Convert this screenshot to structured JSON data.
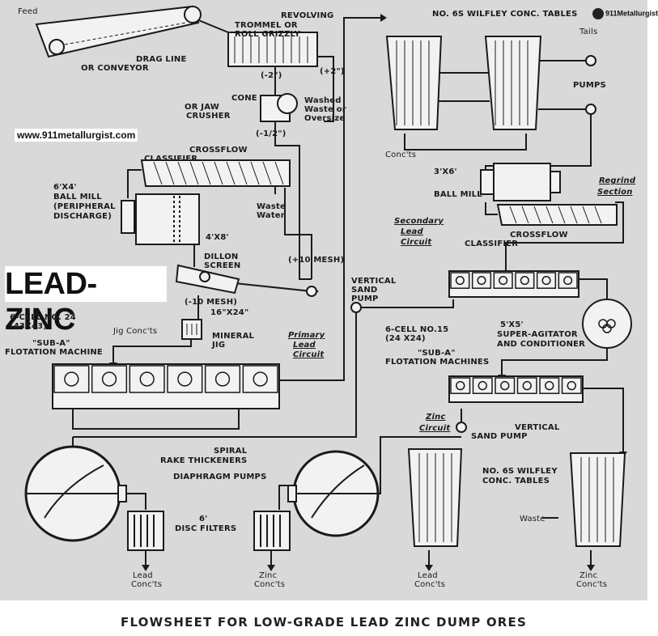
{
  "title": "FLOWSHEET FOR LOW-GRADE LEAD ZINC DUMP ORES",
  "badge": "LEAD-ZINC",
  "website": "www.911metallurgist.com",
  "logo": "911Metallurgist",
  "colors": {
    "background": "#d9d9d9",
    "line": "#1a1a1a",
    "equipment": "#f2f2f2"
  },
  "labels": {
    "feed": "Feed",
    "revolving": "REVOLVING",
    "trommel": "TROMMEL OR",
    "roll_grizzly": "ROLL GRIZZLY",
    "drag_line": "DRAG LINE",
    "or_conveyor": "OR CONVEYOR",
    "minus2": "(-2\")",
    "plus2": "(+2\")",
    "cone": "CONE",
    "or_jaw": "OR JAW",
    "crusher": "CRUSHER",
    "washed": "Washed",
    "waste_or": "Waste or",
    "oversize": "Oversize",
    "minus_half": "(-1/2\")",
    "crossflow": "CROSSFLOW",
    "classifier": "CLASSIFIER",
    "ballmill_size": "6'X4'",
    "ball_mill": "BALL MILL",
    "peripheral": "(PERIPHERAL",
    "discharge": "DISCHARGE)",
    "size_4x8": "4'X8'",
    "waste": "Waste",
    "water": "Water",
    "dillon": "DILLON",
    "screen": "SCREEN",
    "plus10": "(+10 MESH)",
    "minus10": "(-10 MESH)",
    "jig_size": "16\"X24\"",
    "six_cell_24": "6-CELL NO. 24",
    "size_43": "(43X43)",
    "jig_concts": "Jig Conc'ts",
    "mineral": "MINERAL",
    "jig": "JIG",
    "sub_a": "\"SUB-A\"",
    "flotation_machine": "FLOTATION MACHINE",
    "primary": "Primary",
    "lead": "Lead",
    "circuit": "Circuit",
    "wilfley_top": "NO. 6S WILFLEY CONC. TABLES",
    "tails": "Tails",
    "pumps": "PUMPS",
    "concts": "Conc'ts",
    "size_3x6": "3'X6'",
    "regrind": "Regrind",
    "section": "Section",
    "secondary": "Secondary",
    "vertical": "VERTICAL",
    "sand": "SAND",
    "pump": "PUMP",
    "six_cell_15": "6-CELL NO.15",
    "size_24": "(24 X24)",
    "flotation_machines": "FLOTATION MACHINES",
    "agit_size": "5'X5'",
    "super_agitator": "SUPER-AGITATOR",
    "and_conditioner": "AND CONDITIONER",
    "zinc": "Zinc",
    "sand_pump": "SAND PUMP",
    "spiral": "SPIRAL",
    "rake_thickeners": "RAKE THICKENERS",
    "diaphragm_pumps": "DIAPHRAGM PUMPS",
    "disc_size": "6'",
    "disc_filters": "DISC FILTERS",
    "wilfley_bottom_1": "NO. 6S WILFLEY",
    "wilfley_bottom_2": "CONC. TABLES",
    "waste_small": "Waste",
    "lead_conc": "Lead",
    "zinc_conc": "Zinc"
  }
}
